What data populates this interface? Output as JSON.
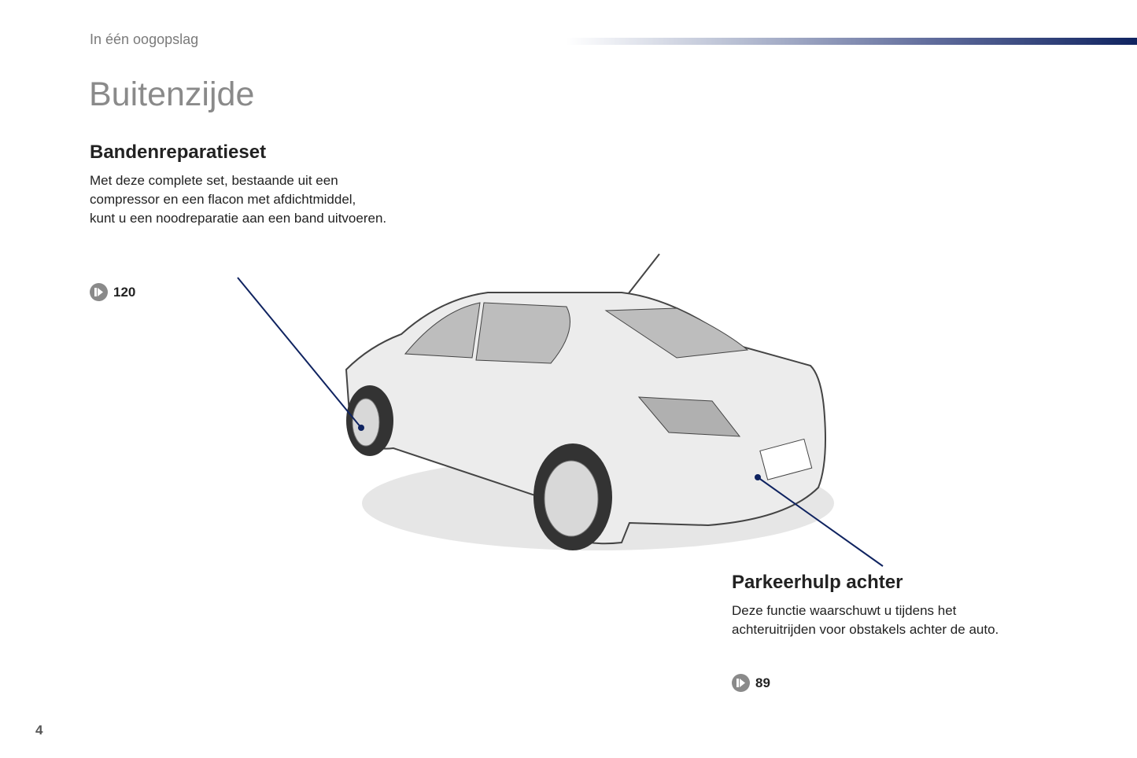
{
  "header": {
    "section": "In één oogopslag",
    "title": "Buitenzijde"
  },
  "sections": [
    {
      "heading": "Bandenreparatieset",
      "lines": [
        "Met deze complete set, bestaande uit een",
        "compressor en een flacon met afdichtmiddel,",
        "kunt u een noodreparatie aan een band uitvoeren."
      ],
      "page_ref": "120"
    },
    {
      "heading": "Parkeerhulp achter",
      "lines": [
        "Deze functie waarschuwt u tijdens het",
        "achteruitrijden voor obstakels achter de auto."
      ],
      "page_ref": "89"
    }
  ],
  "footer": {
    "page_number": "4"
  },
  "colors": {
    "accent": "#0f2360",
    "icon": "#8a8a8a"
  }
}
